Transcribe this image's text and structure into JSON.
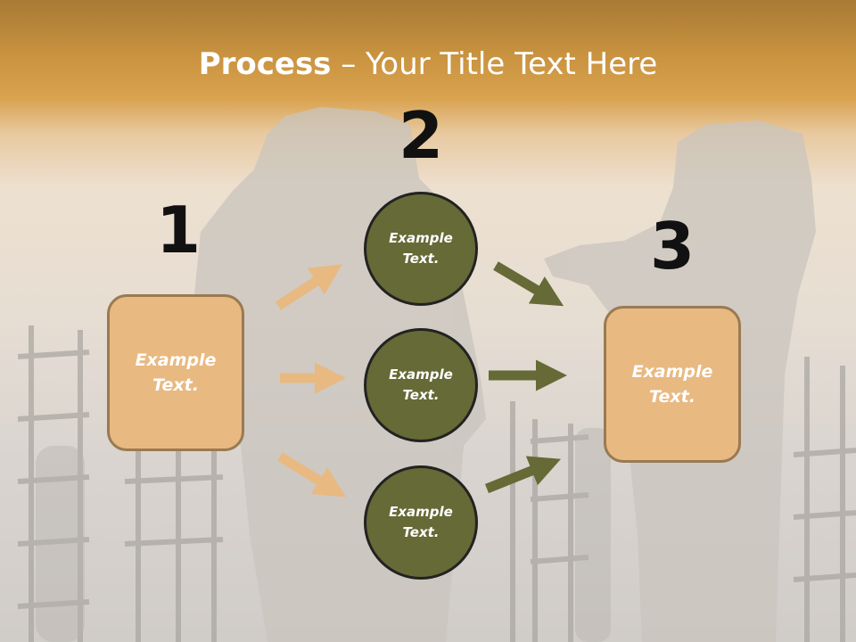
{
  "slide": {
    "title_bold": "Process",
    "title_rest": " – Your Title Text Here"
  },
  "steps": [
    {
      "number": "1",
      "label": "Example Text."
    },
    {
      "number": "2"
    },
    {
      "number": "3",
      "label": "Example Text."
    }
  ],
  "circles": [
    {
      "label": "Example Text."
    },
    {
      "label": "Example Text."
    },
    {
      "label": "Example Text."
    }
  ],
  "colors": {
    "box_fill": "#e8b981",
    "box_border": "#9a7a52",
    "circle_fill": "#656a36",
    "circle_border": "#222222",
    "left_arrow": "#e8b981",
    "right_arrow": "#656a36"
  }
}
